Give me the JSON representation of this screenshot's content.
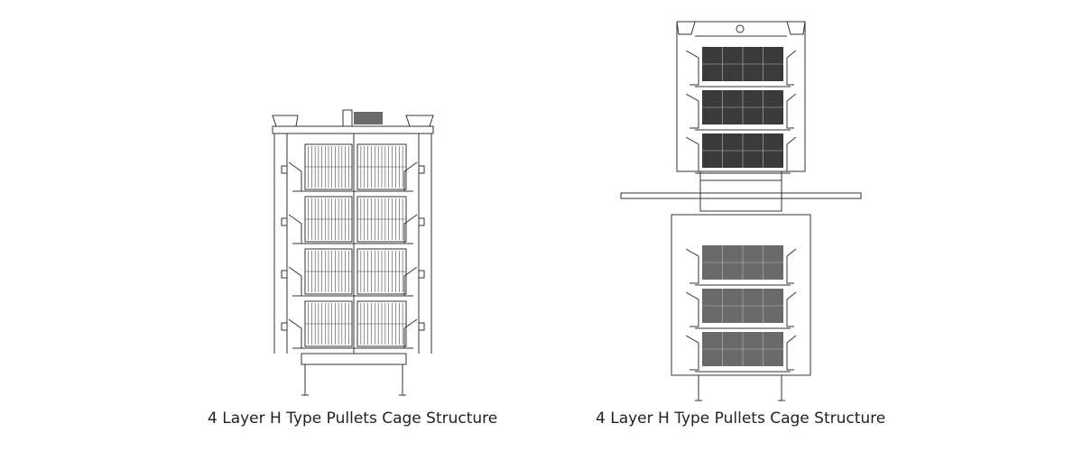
{
  "figures": [
    {
      "id": "left",
      "caption": "4 Layer H Type Pullets Cage Structure"
    },
    {
      "id": "right",
      "caption": "4 Layer H Type Pullets Cage Structure"
    }
  ]
}
